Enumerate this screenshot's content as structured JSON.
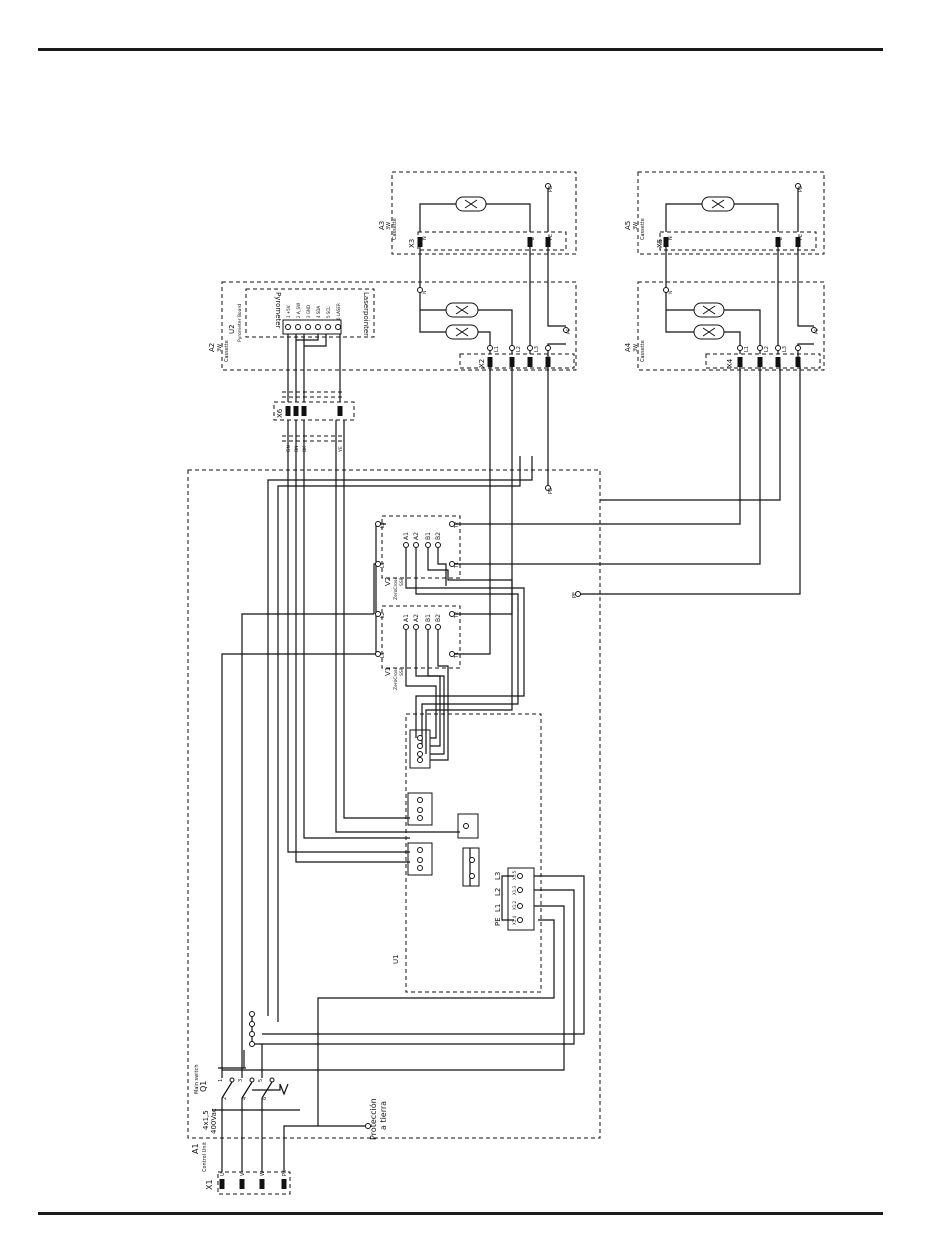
{
  "schematic": {
    "x1": {
      "id": "X1",
      "pins": [
        "U",
        "V",
        "W",
        "PE"
      ]
    },
    "a1": {
      "id": "A1",
      "name": "Control Unit"
    },
    "supply": {
      "cable": "4x1,5",
      "voltage": "400Vac"
    },
    "q1": {
      "id": "Q1",
      "name": "Main switch",
      "terms_top": [
        "1",
        "3",
        "5"
      ],
      "terms_bot": [
        "2",
        "4",
        "6"
      ]
    },
    "earth": {
      "line1": "Protección",
      "line2": "a tierra"
    },
    "u1": {
      "id": "U1",
      "labels": [
        "PE",
        "L1",
        "L2",
        "L3"
      ],
      "x1pins": [
        "X1:5",
        "X1:3",
        "X1:2",
        "X1:4"
      ]
    },
    "v1": {
      "id": "V1",
      "type": "ZeroCross",
      "model": "SSR",
      "terms": [
        "L1",
        "L2",
        "A1",
        "A2",
        "B1",
        "B2",
        "T1",
        "T2"
      ]
    },
    "v2": {
      "id": "V2",
      "type": "ZeroCross",
      "model": "SSR",
      "terms": [
        "L1",
        "L2",
        "A1",
        "A2",
        "B1",
        "B2",
        "T1",
        "T2"
      ]
    },
    "pe_point": "PE",
    "x6": {
      "id": "X6",
      "wires": [
        "GN",
        "BN",
        "BK",
        "YE"
      ]
    },
    "a2": {
      "id": "A2",
      "power": "3W",
      "name": "Cassette"
    },
    "u2": {
      "id": "U2",
      "name": "Pyrometer Board",
      "pins": [
        "1 +5V",
        "2 A_SW",
        "3 GND",
        "4 SDA",
        "5 SCL",
        "6 LASER"
      ]
    },
    "pyrometer": "Pyrometer",
    "laserpointer": "Laserpointer",
    "x2": {
      "id": "X2",
      "pins": [
        "1",
        "2",
        "3",
        "PE"
      ],
      "labels": [
        "L1",
        "L2",
        "L3",
        "PE"
      ]
    },
    "a3": {
      "id": "A3",
      "power": "3W",
      "name": "Cassette"
    },
    "x3": {
      "id": "X3",
      "labels": [
        "N",
        "L",
        "PE"
      ]
    },
    "a4": {
      "id": "A4",
      "power": "3W",
      "name": "Cassette"
    },
    "x4": {
      "id": "X4",
      "pins": [
        "1",
        "2",
        "3",
        "PE"
      ],
      "labels": [
        "L1",
        "L2",
        "L3",
        "PE"
      ]
    },
    "a5": {
      "id": "A5",
      "power": "3W",
      "name": "Cassette"
    },
    "x5": {
      "id": "X5",
      "labels": [
        "N",
        "L",
        "PE"
      ]
    },
    "n_label": "N",
    "pe_label": "PE",
    "x1_label": "X1",
    "x2_label": "X2"
  }
}
